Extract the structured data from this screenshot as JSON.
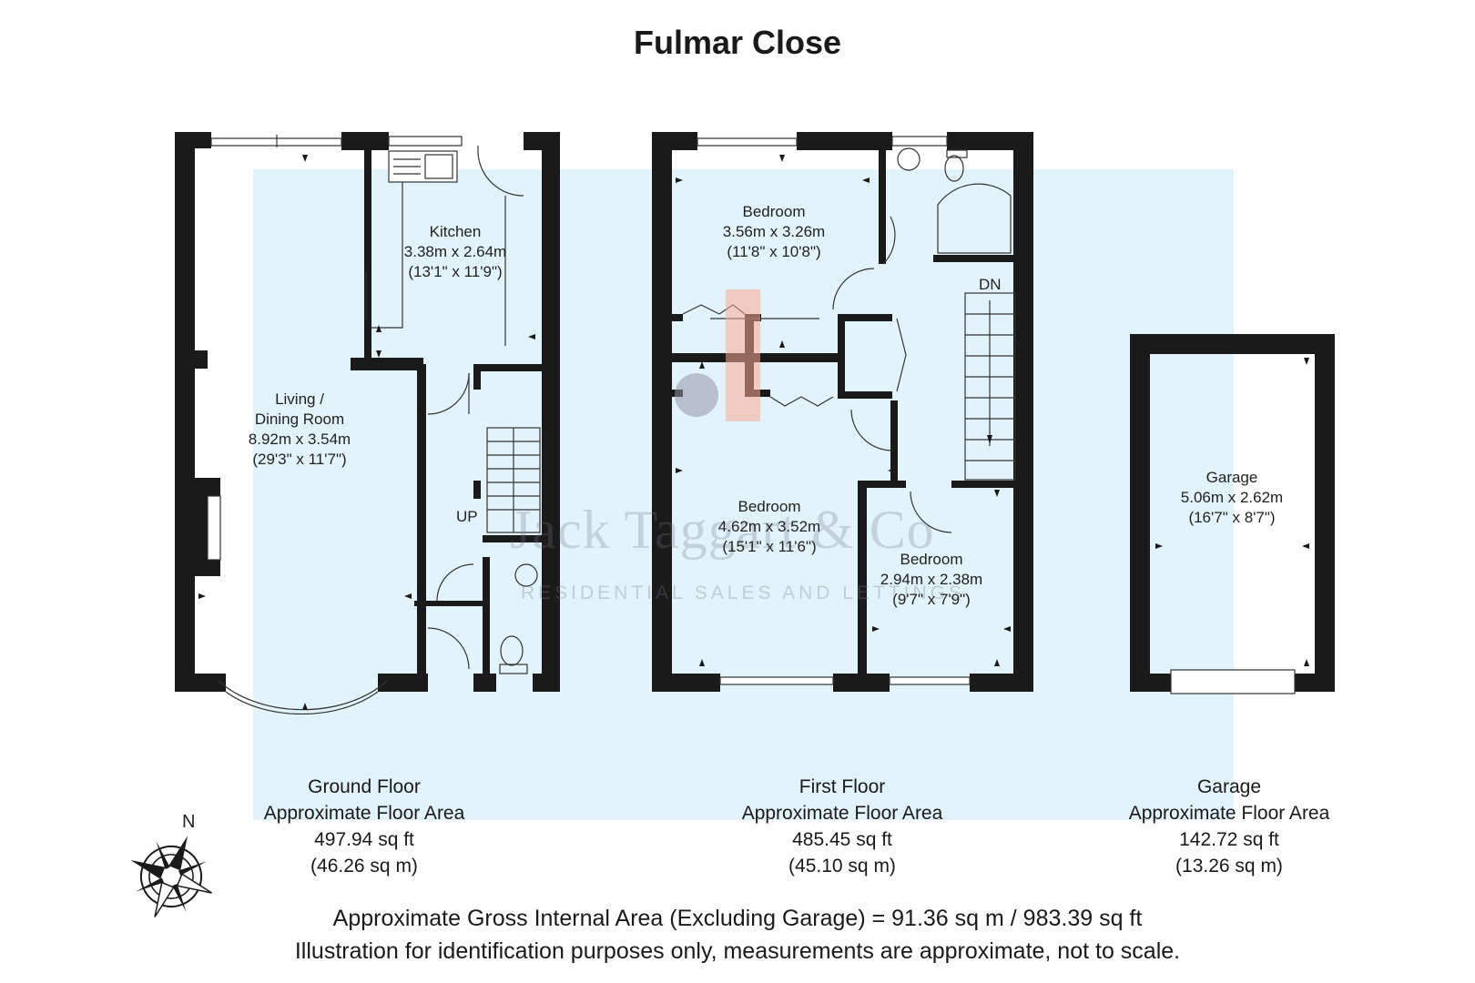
{
  "title": "Fulmar Close",
  "rooms": {
    "kitchen": {
      "name": "Kitchen",
      "metric": "3.38m x 2.64m",
      "imperial": "(13'1\" x 11'9\")"
    },
    "living": {
      "name1": "Living /",
      "name2": "Dining Room",
      "metric": "8.92m x 3.54m",
      "imperial": "(29'3\" x 11'7\")"
    },
    "bedroom1": {
      "name": "Bedroom",
      "metric": "3.56m x 3.26m",
      "imperial": "(11'8\" x 10'8\")"
    },
    "bedroom2": {
      "name": "Bedroom",
      "metric": "4.62m x 3.52m",
      "imperial": "(15'1\" x 11'6\")"
    },
    "bedroom3": {
      "name": "Bedroom",
      "metric": "2.94m x 2.38m",
      "imperial": "(9'7\" x 7'9\")"
    },
    "garage": {
      "name": "Garage",
      "metric": "5.06m x 2.62m",
      "imperial": "(16'7\" x 8'7\")"
    }
  },
  "stairs": {
    "up": "UP",
    "down": "DN"
  },
  "floors": [
    {
      "name": "Ground Floor",
      "label": "Approximate Floor Area",
      "sqft": "497.94 sq ft",
      "sqm": "(46.26 sq m)"
    },
    {
      "name": "First Floor",
      "label": "Approximate Floor Area",
      "sqft": "485.45 sq ft",
      "sqm": "(45.10 sq m)"
    },
    {
      "name": "Garage",
      "label": "Approximate Floor Area",
      "sqft": "142.72 sq ft",
      "sqm": "(13.26 sq m)"
    }
  ],
  "compass": {
    "north": "N"
  },
  "watermark": {
    "name": "Jack Taggart & Co",
    "tagline": "RESIDENTIAL SALES AND LETTINGS"
  },
  "footer": {
    "line1": "Approximate Gross Internal Area (Excluding Garage) = 91.36 sq m / 983.39 sq ft",
    "line2": "Illustration for identification purposes only, measurements are approximate, not to scale."
  },
  "colors": {
    "wall": "#1a1a1a",
    "overlay": "#e2f3fb",
    "text": "#1a1a1a"
  }
}
